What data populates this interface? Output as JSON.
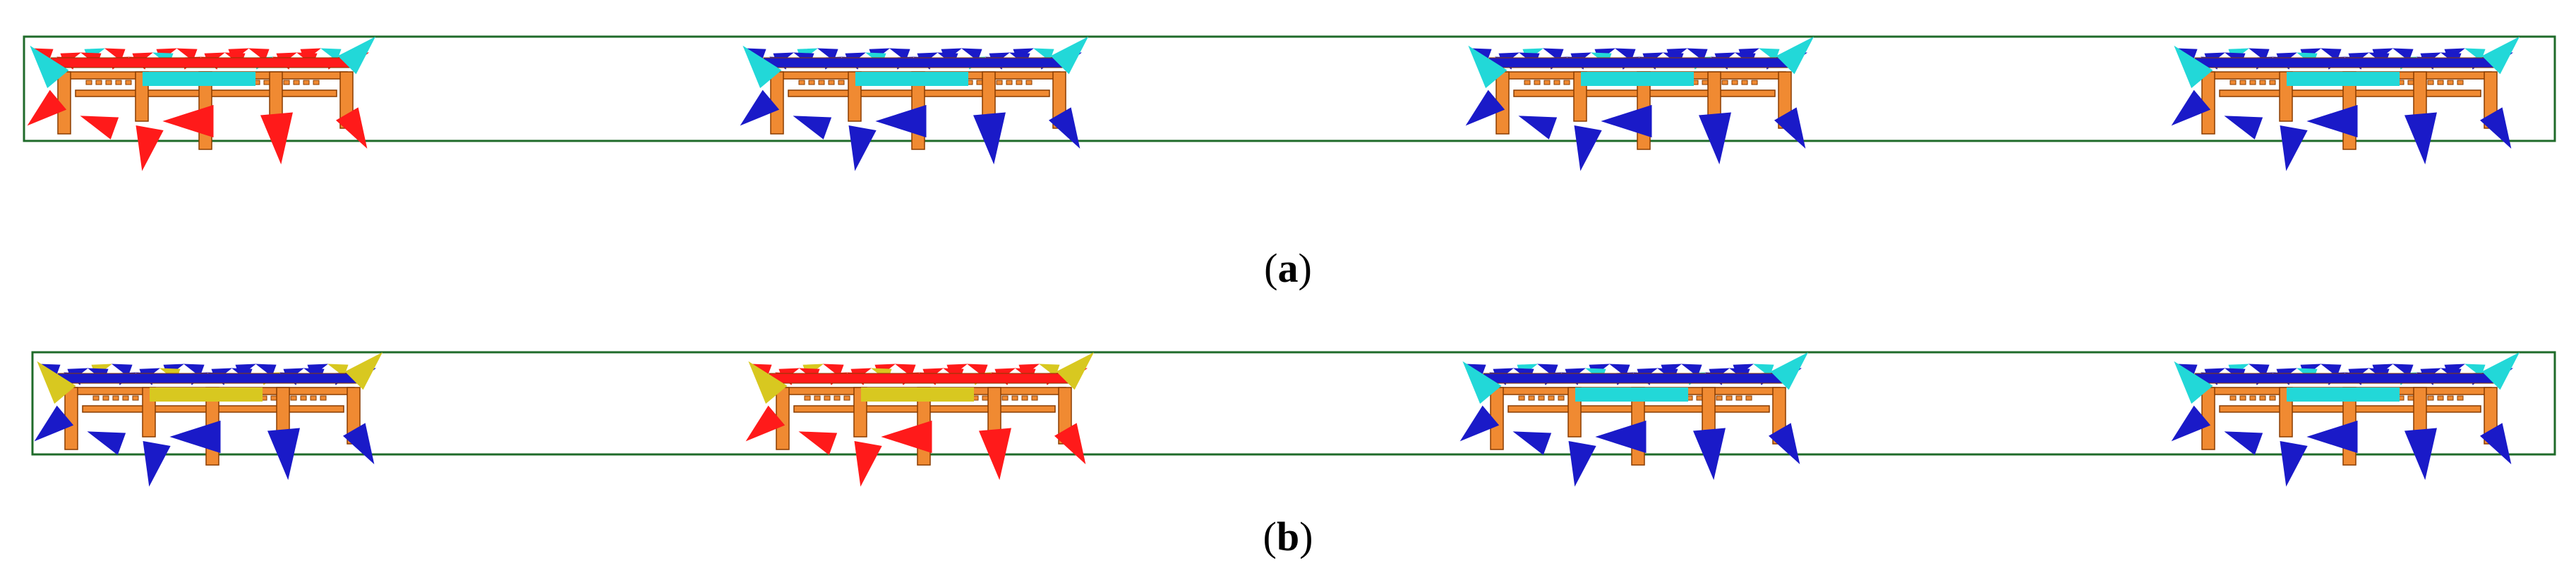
{
  "captions": {
    "a": "a",
    "b": "b"
  },
  "colors": {
    "frame": "#1f6b2a",
    "structure": "#f08a32",
    "structure_edge": "#8a3c00",
    "high": "#ff1a1a",
    "mid_high": "#ff7a00",
    "mid": "#d8c820",
    "mid_low": "#7fd030",
    "low_mid": "#22d8d8",
    "low": "#1a1ac8"
  },
  "panels": [
    {
      "id": "a",
      "units": [
        {
          "field": "high",
          "accent": "low_mid"
        },
        {
          "field": "low",
          "accent": "low_mid"
        },
        {
          "field": "low",
          "accent": "low_mid"
        },
        {
          "field": "low",
          "accent": "low_mid"
        }
      ]
    },
    {
      "id": "b",
      "units": [
        {
          "field": "low",
          "accent": "mid"
        },
        {
          "field": "high",
          "accent": "mid"
        },
        {
          "field": "low",
          "accent": "low_mid"
        },
        {
          "field": "low",
          "accent": "low_mid"
        }
      ]
    }
  ]
}
